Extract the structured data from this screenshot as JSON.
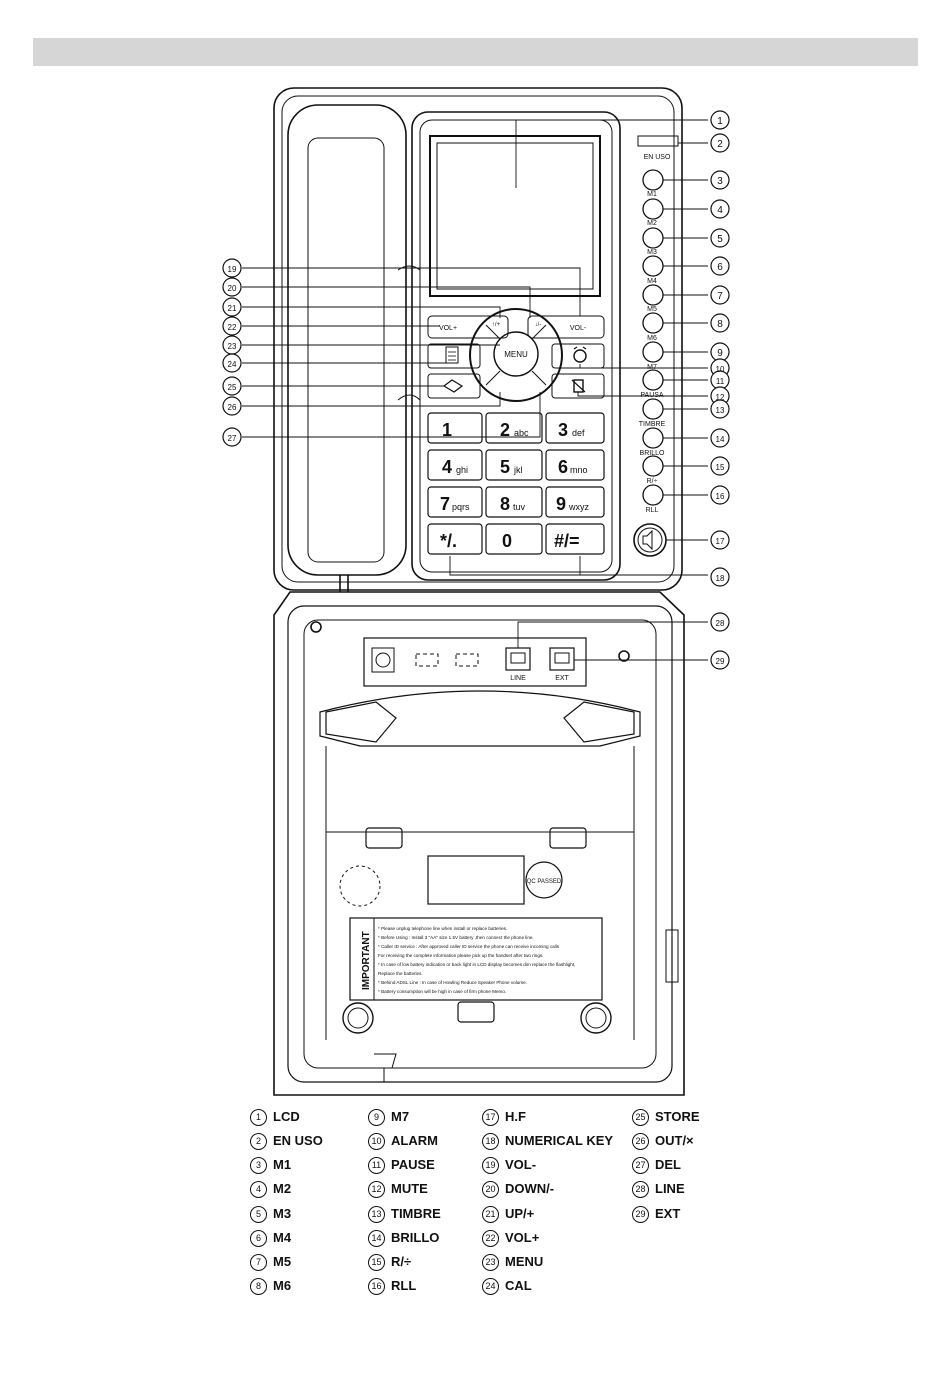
{
  "device_labels": {
    "en_uso": "EN USO",
    "m1": "M1",
    "m2": "M2",
    "m3": "M3",
    "m4": "M4",
    "m5": "M5",
    "m6": "M6",
    "m7": "M7",
    "pausa": "PAUSA",
    "timbre": "TIMBRE",
    "brillo": "BRILLO",
    "r_plus": "R/÷",
    "rll": "RLL",
    "vol_plus": "VOL+",
    "vol_minus": "VOL-",
    "menu": "MENU",
    "line": "LINE",
    "ext": "EXT",
    "up": "↑/+",
    "down": "↓/-"
  },
  "keypad": [
    {
      "digit": "1",
      "letters": ""
    },
    {
      "digit": "2",
      "letters": "abc"
    },
    {
      "digit": "3",
      "letters": "def"
    },
    {
      "digit": "4",
      "letters": "ghi"
    },
    {
      "digit": "5",
      "letters": "jkl"
    },
    {
      "digit": "6",
      "letters": "mno"
    },
    {
      "digit": "7",
      "letters": "pqrs"
    },
    {
      "digit": "8",
      "letters": "tuv"
    },
    {
      "digit": "9",
      "letters": "wxyz"
    },
    {
      "digit": "*/.",
      "letters": ""
    },
    {
      "digit": "0",
      "letters": ""
    },
    {
      "digit": "#/=",
      "letters": ""
    }
  ],
  "callouts": [
    "1",
    "2",
    "3",
    "4",
    "5",
    "6",
    "7",
    "8",
    "9",
    "10",
    "11",
    "12",
    "13",
    "14",
    "15",
    "16",
    "17",
    "18",
    "19",
    "20",
    "21",
    "22",
    "23",
    "24",
    "25",
    "26",
    "27",
    "28",
    "29"
  ],
  "important": {
    "title": "IMPORTANT",
    "lines": [
      "* Please unplug telephone line when install or replace batteries.",
      "* Before Using : Install 3 \"AA\" size 1.5V battery ,then connect the phone line.",
      "* Caller ID service : After approved caller ID service the phone can receive incoming calls",
      "  For receiving the complete information please pick up the handset after two rings.",
      "* In case of low battery indication or back light in LCD display becomes dim replace the flashlight,",
      "  Replace the batteries.",
      "* Behind ADSL Line : In case of Howling Reduce Speaker Phone volume.",
      "* Battery consumption will  be high in case of  firm phone Memo."
    ]
  },
  "qc_stamp": "QC PASSED",
  "legend": [
    {
      "num": "1",
      "label": "LCD"
    },
    {
      "num": "2",
      "label": "EN USO"
    },
    {
      "num": "3",
      "label": "M1"
    },
    {
      "num": "4",
      "label": "M2"
    },
    {
      "num": "5",
      "label": "M3"
    },
    {
      "num": "6",
      "label": "M4"
    },
    {
      "num": "7",
      "label": "M5"
    },
    {
      "num": "8",
      "label": "M6"
    },
    {
      "num": "9",
      "label": "M7"
    },
    {
      "num": "10",
      "label": "ALARM"
    },
    {
      "num": "11",
      "label": "PAUSE"
    },
    {
      "num": "12",
      "label": "MUTE"
    },
    {
      "num": "13",
      "label": "TIMBRE"
    },
    {
      "num": "14",
      "label": "BRILLO"
    },
    {
      "num": "15",
      "label": "R/÷"
    },
    {
      "num": "16",
      "label": "RLL"
    },
    {
      "num": "17",
      "label": "H.F"
    },
    {
      "num": "18",
      "label": "NUMERICAL KEY"
    },
    {
      "num": "19",
      "label": "VOL-"
    },
    {
      "num": "20",
      "label": "DOWN/-"
    },
    {
      "num": "21",
      "label": "UP/+"
    },
    {
      "num": "22",
      "label": "VOL+"
    },
    {
      "num": "23",
      "label": "MENU"
    },
    {
      "num": "24",
      "label": "CAL"
    },
    {
      "num": "25",
      "label": "STORE"
    },
    {
      "num": "26",
      "label": "OUT/×"
    },
    {
      "num": "27",
      "label": "DEL"
    },
    {
      "num": "28",
      "label": "LINE"
    },
    {
      "num": "29",
      "label": "EXT"
    }
  ]
}
